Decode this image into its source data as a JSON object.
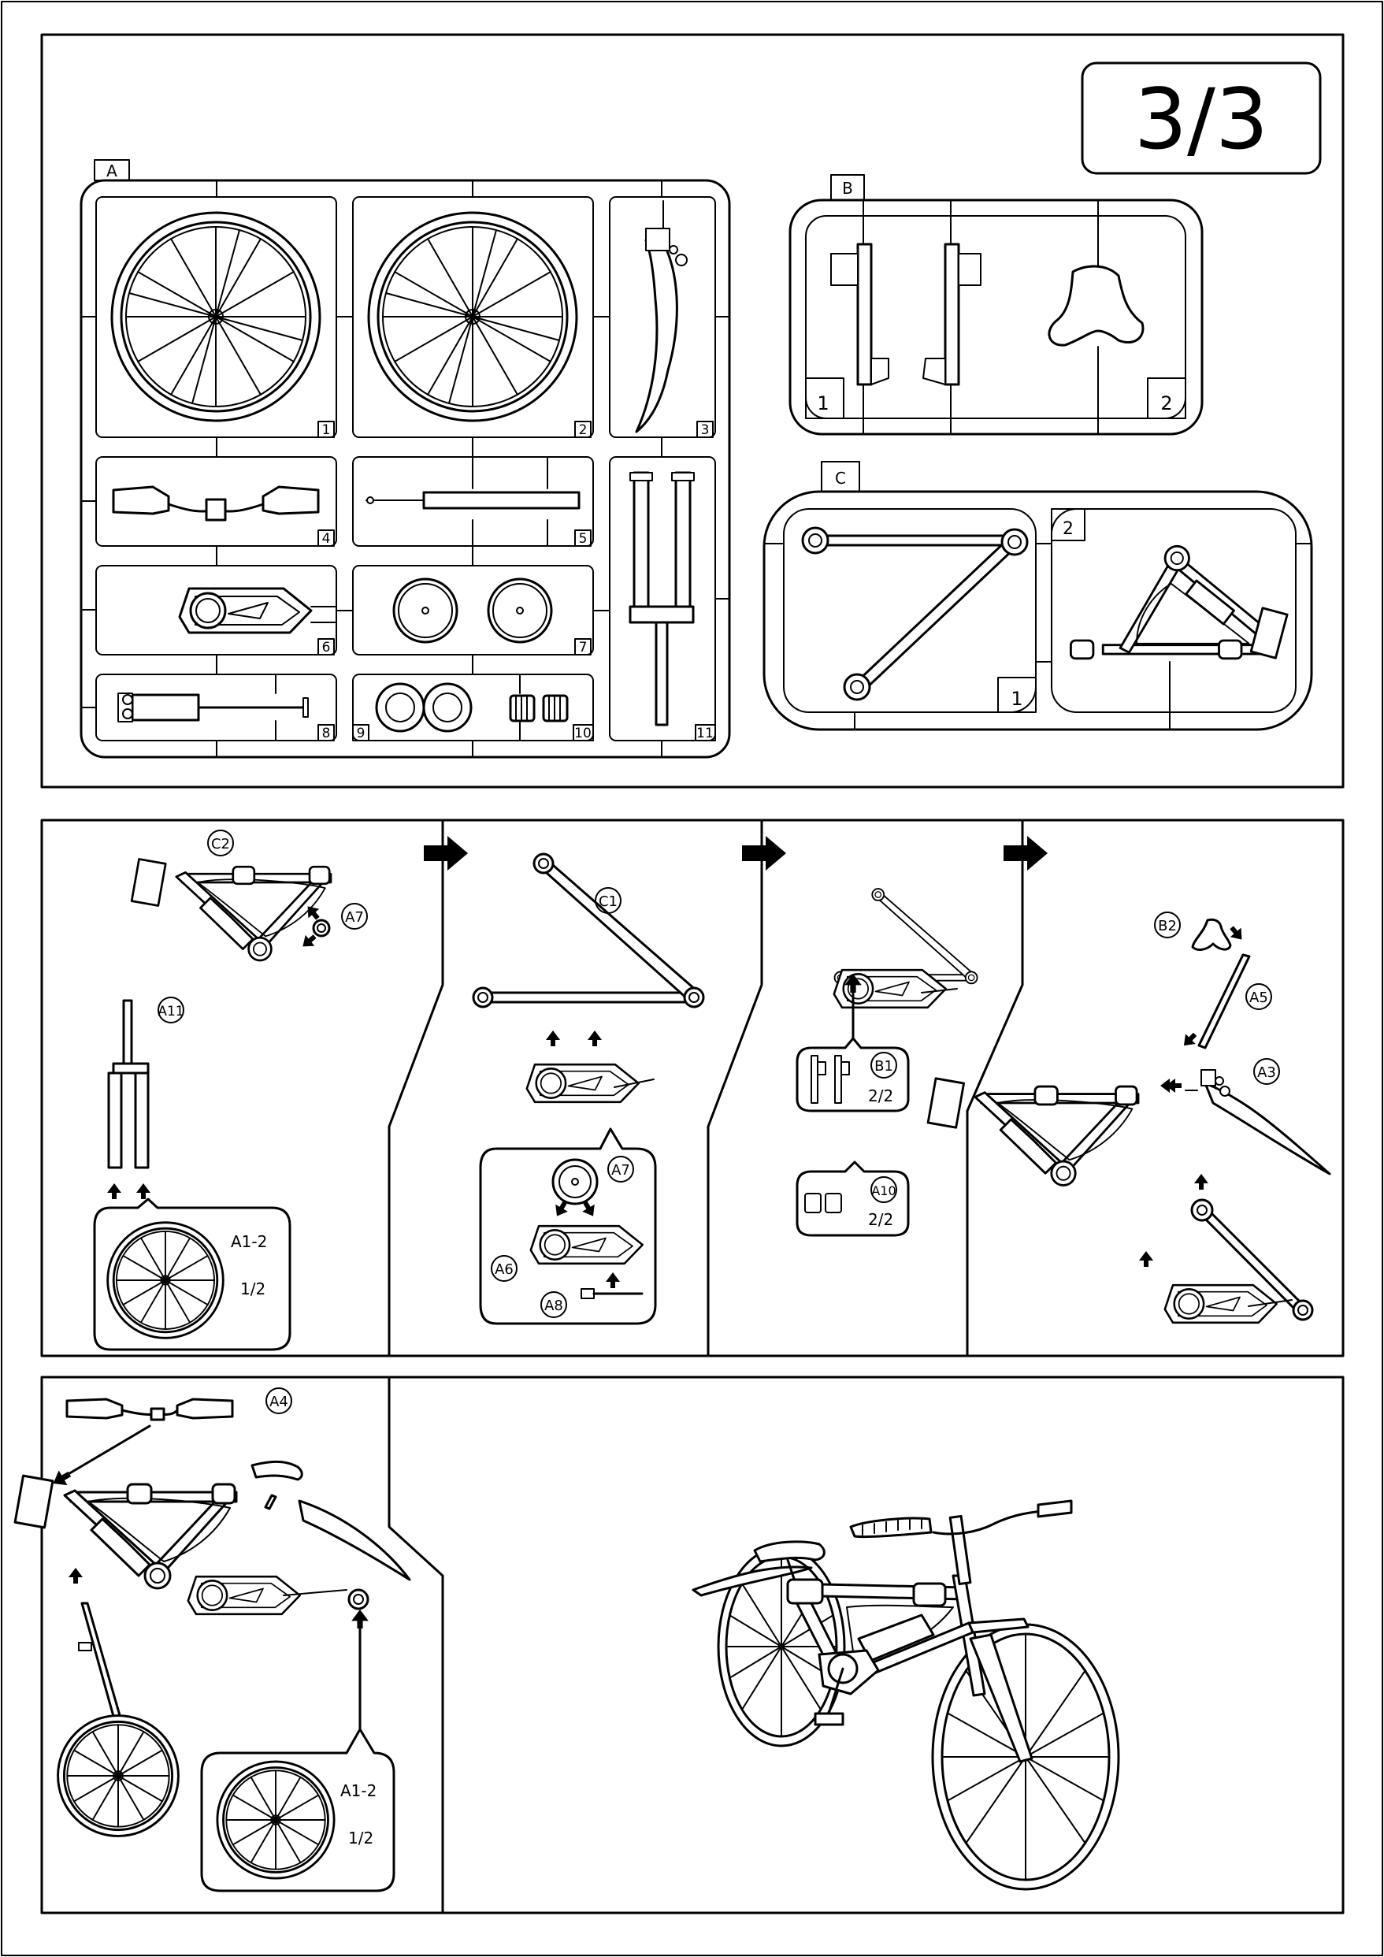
{
  "page_number": "3/3",
  "sprues": {
    "a": {
      "label": "A",
      "parts": [
        "1",
        "2",
        "3",
        "4",
        "5",
        "6",
        "7",
        "8",
        "9",
        "10",
        "11"
      ]
    },
    "b": {
      "label": "B",
      "parts": [
        "1",
        "2"
      ]
    },
    "c": {
      "label": "C",
      "parts": [
        "1",
        "2"
      ]
    }
  },
  "step1": {
    "c2": "C2",
    "a7": "A7",
    "a11": "A11",
    "wheel_ref": "A1-2",
    "wheel_qty": "1/2"
  },
  "step2": {
    "c1": "C1",
    "a7": "A7",
    "a6": "A6",
    "a8": "A8"
  },
  "step3": {
    "b1": "B1",
    "b1_qty": "2/2",
    "a10": "A10",
    "a10_qty": "2/2"
  },
  "step4": {
    "b2": "B2",
    "a5": "A5",
    "a3": "A3"
  },
  "step5": {
    "a4": "A4",
    "wheel_ref": "A1-2",
    "wheel_qty": "1/2"
  },
  "icons": {
    "step_arrow": "arrow-right-icon"
  }
}
